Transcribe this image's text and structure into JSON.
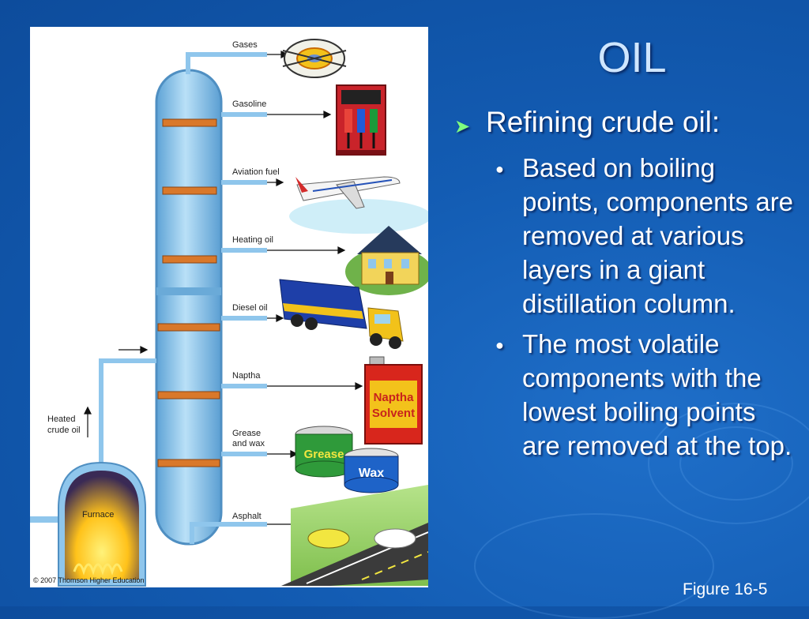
{
  "slide": {
    "title": "OIL",
    "bullet_main": "Refining crude oil:",
    "sub_bullets": [
      "Based on boiling points, components are removed at various layers in a giant distillation column.",
      "The most volatile components with the lowest boiling points are removed at the top."
    ],
    "caption": "Figure 16-5"
  },
  "figure": {
    "fractions": [
      "Gases",
      "Gasoline",
      "Aviation fuel",
      "Heating oil",
      "Diesel oil",
      "Naptha",
      "Grease",
      "and wax",
      "Asphalt"
    ],
    "inlet_label": [
      "Heated",
      "crude oil"
    ],
    "furnace_label": "Furnace",
    "copyright": "© 2007 Thomson Higher Education",
    "product_text": {
      "can_top": "Naptha",
      "can_bottom": "Solvent",
      "tin1": "Grease",
      "tin2": "Wax"
    },
    "colors": {
      "column": "#8fc6ec",
      "tray": "#d9782a",
      "flame": "#ffc21a",
      "can": "#d8261c"
    }
  }
}
